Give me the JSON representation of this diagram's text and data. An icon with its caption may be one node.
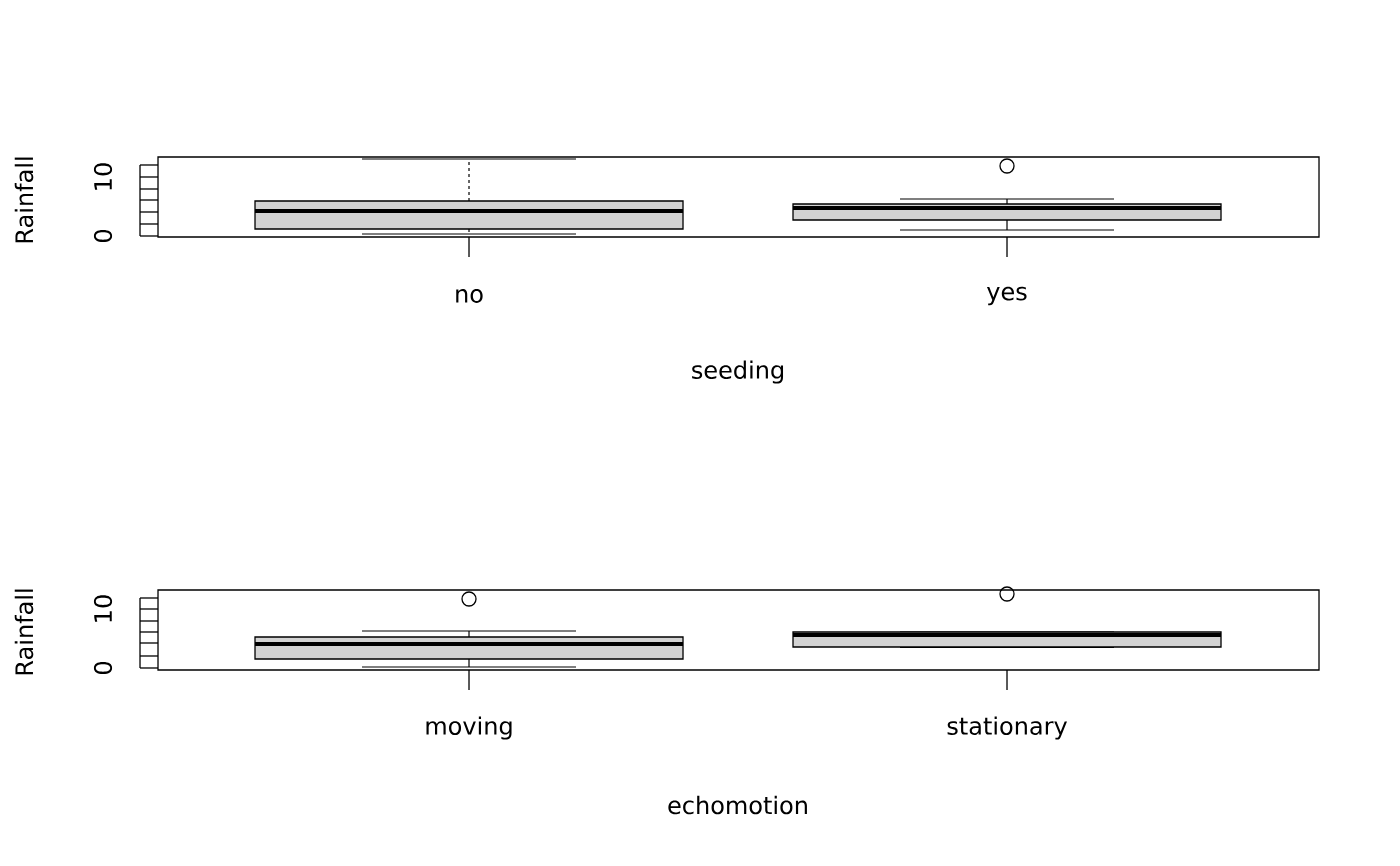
{
  "diagram": {
    "labels": [
      "Rainfall",
      "10",
      "0",
      "no",
      "yes",
      "seeding",
      "Rainfall",
      "10",
      "0",
      "moving",
      "stationary",
      "echomotion"
    ]
  }
}
